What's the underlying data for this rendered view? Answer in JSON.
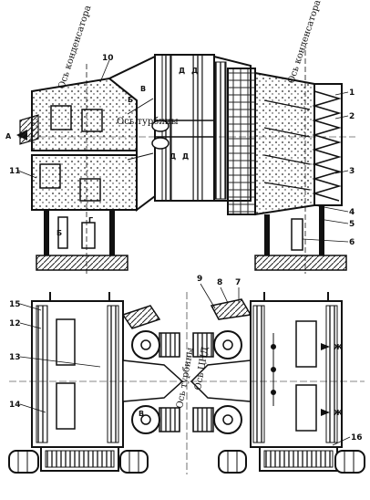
{
  "labels": {
    "condenser_axis_left": "Ось конденсатора",
    "condenser_axis_right": "Ось конденсатора",
    "turbine_axis_top": "Ось турбины",
    "turbine_axis_bottom": "Ось турбины",
    "cnd_axis": "Ось ЦНД"
  },
  "callouts": [
    "1",
    "2",
    "3",
    "4",
    "5",
    "6",
    "7",
    "8",
    "9",
    "10",
    "11",
    "12",
    "13",
    "14",
    "15",
    "16"
  ],
  "section_letters": {
    "a": "А",
    "b_lower": "Б",
    "b_upper": "Б",
    "v_top": "В",
    "v_bottom": "В",
    "g": "Г",
    "d1": "Д",
    "d2": "Д",
    "d3": "Д",
    "d4": "Д",
    "zh1": "Ж",
    "zh2": "Ж"
  }
}
